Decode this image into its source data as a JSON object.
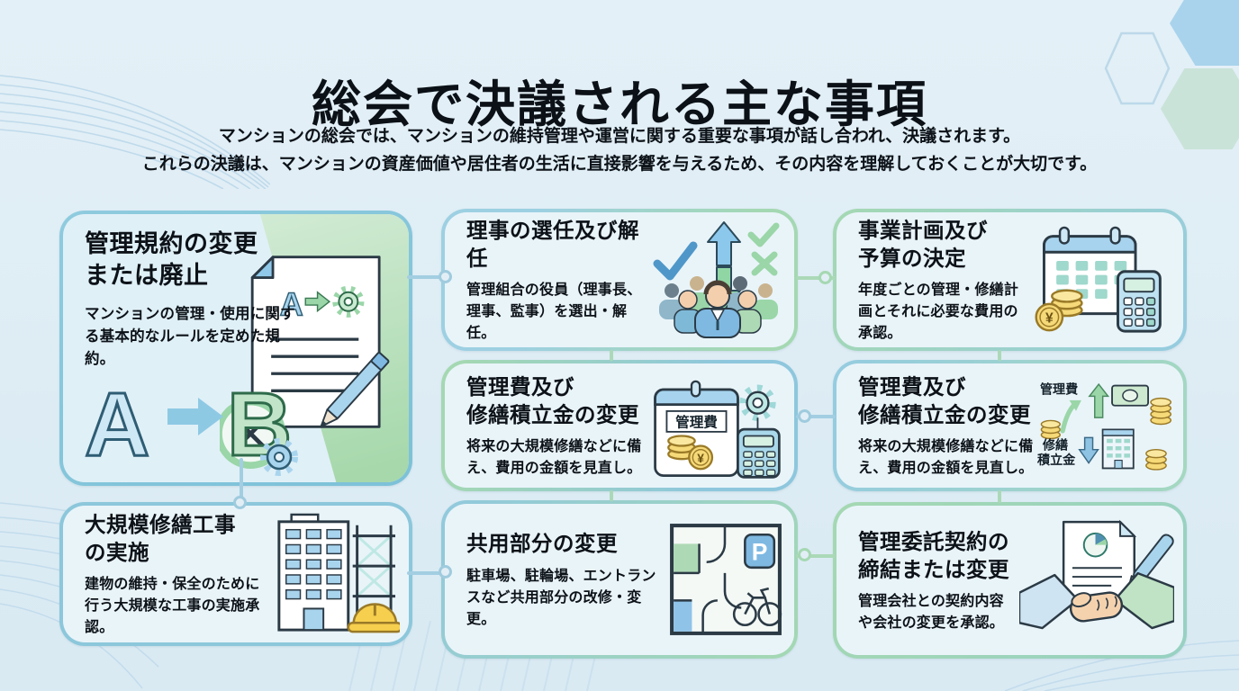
{
  "page": {
    "title": "総会で決議される主な事項",
    "subtitle_line1": "マンションの総会では、マンションの維持管理や運営に関する重要な事項が話し合われ、決議されます。",
    "subtitle_line2": "これらの決議は、マンションの資産価値や居住者の生活に直接影響を与えるため、その内容を理解しておくことが大切です。"
  },
  "colors": {
    "background": "#e1eef5",
    "card_background": "#e9f4f9",
    "accent_blue": "#8fc9de",
    "accent_green": "#a4d7b2",
    "text": "#0c1218",
    "outline_dark": "#2b3a45",
    "coin_yellow": "#f6d978",
    "icon_blue": "#8fc3e4",
    "icon_teal": "#9fd8cc"
  },
  "cards": [
    {
      "title": "管理規約の変更\nまたは廃止",
      "body": "マンションの管理・使用に関する基本的なルールを定めた規約。",
      "icon": "rules-a-to-b-document-icon",
      "icon_labels": {
        "from": "A",
        "to": "B",
        "doc_letter": "A"
      }
    },
    {
      "title": "理事の選任及び解任",
      "body": "管理組合の役員（理事長、理事、監事）を選出・解任。",
      "icon": "residents-vote-icon"
    },
    {
      "title": "事業計画及び\n予算の決定",
      "body": "年度ごとの管理・修繕計画とそれに必要な費用の承認。",
      "icon": "calendar-coins-calculator-icon",
      "icon_labels": {
        "yen": "¥"
      }
    },
    {
      "title": "管理費及び\n修繕積立金の変更",
      "body": "将来の大規模修繕などに備え、費用の金額を見直し。",
      "icon": "fee-sheet-gear-calculator-icon",
      "icon_labels": {
        "sheet": "管理費",
        "yen": "¥"
      }
    },
    {
      "title": "管理費及び\n修繕積立金の変更",
      "body": "将来の大規模修繕などに備え、費用の金額を見直し。",
      "icon": "fees-up-down-icon",
      "icon_labels": {
        "fee_up": "管理費",
        "fee_down_line1": "修繕",
        "fee_down_line2": "積立金"
      }
    },
    {
      "title": "大規模修繕工事\nの実施",
      "body": "建物の維持・保全のために行う大規模な工事の実施承認。",
      "icon": "building-scaffold-helmet-icon"
    },
    {
      "title": "共用部分の変更",
      "body": "駐車場、駐輪場、エントランスなど共用部分の改修・変更。",
      "icon": "floorplan-parking-bicycle-icon",
      "icon_labels": {
        "parking": "P"
      }
    },
    {
      "title": "管理委託契約の\n締結または変更",
      "body": "管理会社との契約内容や会社の変更を承認。",
      "icon": "handshake-contract-icon"
    }
  ]
}
